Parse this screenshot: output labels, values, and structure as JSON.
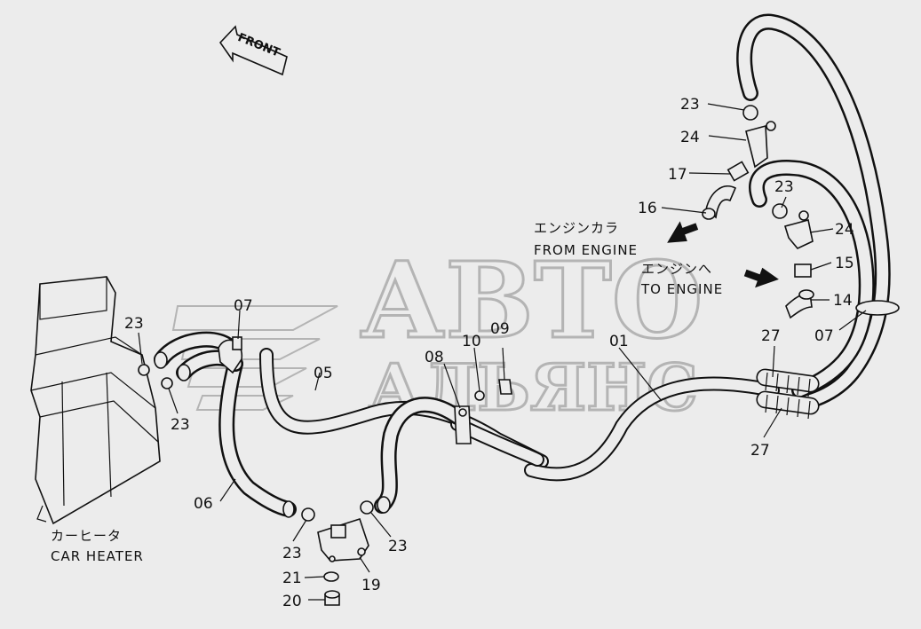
{
  "watermark": {
    "line1": "АВТО",
    "line2": "АЛЬЯНС"
  },
  "direction_marker": {
    "text": "FRONT"
  },
  "annotations": {
    "from_engine_jp": "エンジンカラ",
    "from_engine_en": "FROM ENGINE",
    "to_engine_jp": "エンジンへ",
    "to_engine_en": "TO ENGINE",
    "car_heater_jp": "カーヒータ",
    "car_heater_en": "CAR HEATER"
  },
  "part_labels": {
    "p23_top": "23",
    "p24_top": "24",
    "p17": "17",
    "p16": "16",
    "p23_right": "23",
    "p24_right": "24",
    "p15": "15",
    "p14": "14",
    "p07_right": "07",
    "p27_top": "27",
    "p27_bottom": "27",
    "p01": "01",
    "p09": "09",
    "p10": "10",
    "p08": "08",
    "p05": "05",
    "p07_left": "07",
    "p23_left_top": "23",
    "p23_left_bottom": "23",
    "p06": "06",
    "p23_bottom_left": "23",
    "p23_bottom_right": "23",
    "p21": "21",
    "p19": "19",
    "p20": "20"
  }
}
